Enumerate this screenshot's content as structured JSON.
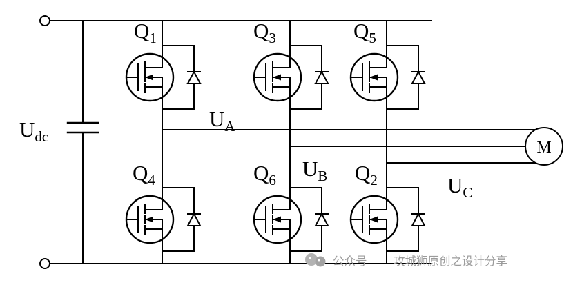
{
  "diagram_title": "three-phase MOSFET inverter bridge with DC link and motor load",
  "labels": {
    "udc": {
      "main": "U",
      "sub": "dc"
    },
    "q1": {
      "main": "Q",
      "sub": "1"
    },
    "q3": {
      "main": "Q",
      "sub": "3"
    },
    "q5": {
      "main": "Q",
      "sub": "5"
    },
    "q4": {
      "main": "Q",
      "sub": "4"
    },
    "q6": {
      "main": "Q",
      "sub": "6"
    },
    "q2": {
      "main": "Q",
      "sub": "2"
    },
    "ua": {
      "main": "U",
      "sub": "A"
    },
    "ub": {
      "main": "U",
      "sub": "B"
    },
    "uc": {
      "main": "U",
      "sub": "C"
    },
    "motor": "M"
  },
  "watermark": {
    "prefix": "公众号",
    "text": "攻城狮原创之设计分享"
  },
  "colors": {
    "line": "#000000",
    "background": "#ffffff",
    "watermark": "#9b9b9b"
  }
}
